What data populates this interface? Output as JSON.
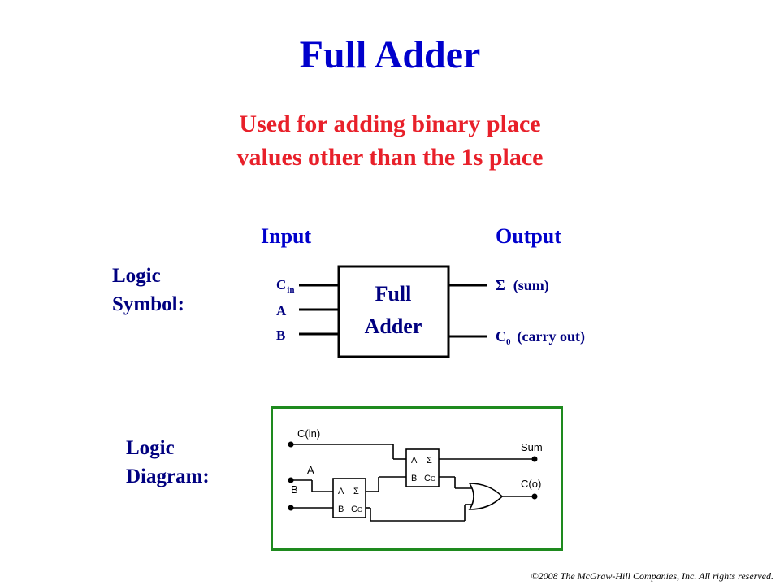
{
  "slide": {
    "title": "Full Adder",
    "subtitle_line1": "Used for adding binary place",
    "subtitle_line2": "values other than the 1s place",
    "input_header": "Input",
    "output_header": "Output",
    "logic_symbol_label_line1": "Logic",
    "logic_symbol_label_line2": "Symbol:",
    "logic_diagram_label_line1": "Logic",
    "logic_diagram_label_line2": "Diagram:",
    "footer": "©2008 The McGraw-Hill Companies, Inc. All rights reserved."
  },
  "symbol": {
    "box_line1": "Full",
    "box_line2": "Adder",
    "inputs": {
      "cin_base": "C",
      "cin_sub": "in",
      "a": "A",
      "b": "B"
    },
    "outputs": {
      "sum_symbol": "Σ",
      "sum_text": "(sum)",
      "carry_base": "C",
      "carry_sub": "0",
      "carry_text": "(carry out)"
    }
  },
  "schematic": {
    "cin_label": "C(in)",
    "a_label": "A",
    "b_label": "B",
    "sum_label": "Sum",
    "cout_label": "C(o)",
    "ha_a": "A",
    "ha_sigma": "Σ",
    "ha_b": "B",
    "ha_cout": "C",
    "ha_cout_sub": "O"
  },
  "colors": {
    "title": "#0000cc",
    "subtitle": "#e8202a",
    "labels": "#000080",
    "diagram_border": "#1e8a1e"
  }
}
